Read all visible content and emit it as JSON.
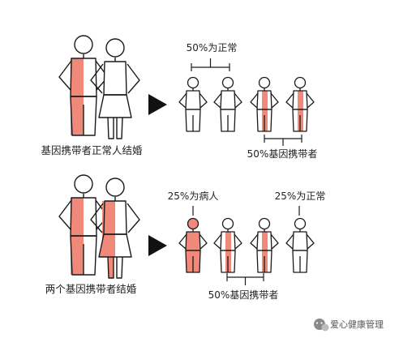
{
  "colors": {
    "carrier_fill": "#F0897A",
    "outline": "#1a1a1a",
    "arrow": "#111111",
    "background": "#ffffff"
  },
  "panel_top": {
    "caption": "基因携带者正常人结婚",
    "label_normal": "50%为正常",
    "label_carrier": "50%基因携带者",
    "parents": [
      "carrier",
      "normal"
    ],
    "children": [
      "normal",
      "normal",
      "carrier",
      "carrier"
    ]
  },
  "panel_bottom": {
    "caption": "两个基因携带者结婚",
    "label_sick": "25%为病人",
    "label_normal": "25%为正常",
    "label_carrier": "50%基因携带者",
    "parents": [
      "carrier",
      "carrier"
    ],
    "children": [
      "sick",
      "carrier",
      "carrier",
      "normal"
    ]
  },
  "watermark": {
    "icon": "wechat-icon",
    "text": "爱心健康管理"
  }
}
